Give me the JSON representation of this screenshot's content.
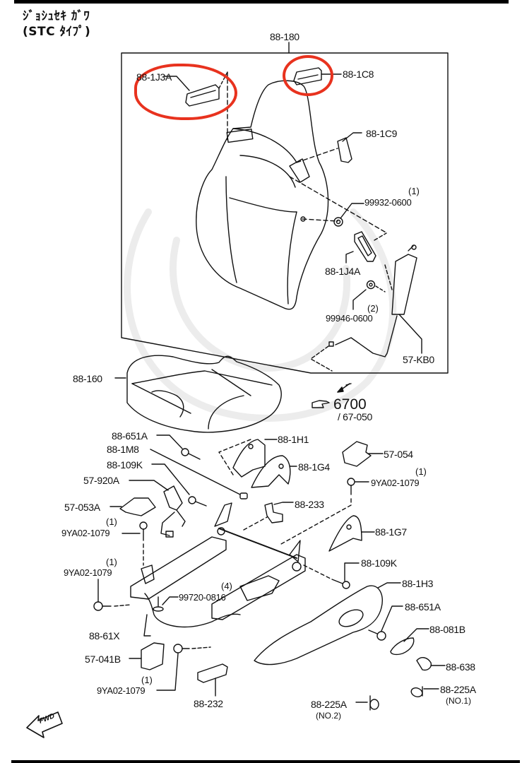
{
  "header": {
    "title_line1": "ｼﾞｮｼｭｾｷ ｶﾞﾜ",
    "title_line2": "(STC ﾀｲﾌﾟ)"
  },
  "highlight_color": "#e8321e",
  "parts": {
    "p88_180": "88-180",
    "p88_1J3A": "88-1J3A",
    "p88_1C8": "88-1C8",
    "p88_1C9": "88-1C9",
    "p99932_0600": "99932-0600",
    "p99932_0600_qty": "(1)",
    "p88_1J4A": "88-1J4A",
    "p99946_0600": "99946-0600",
    "p99946_0600_qty": "(2)",
    "p57_KB0": "57-KB0",
    "p88_160": "88-160",
    "ref_6700": "6700",
    "ref_67_050": "/ 67-050",
    "p88_651A_top": "88-651A",
    "p88_1M8": "88-1M8",
    "p88_109K_left": "88-109K",
    "p57_920A": "57-920A",
    "p57_053A": "57-053A",
    "p9YA02_1079_a": "9YA02-1079",
    "p9YA02_1079_a_qty": "(1)",
    "p9YA02_1079_b": "9YA02-1079",
    "p9YA02_1079_b_qty": "(1)",
    "p88_1H1": "88-1H1",
    "p88_1G4": "88-1G4",
    "p57_054": "57-054",
    "p9YA02_1079_c": "9YA02-1079",
    "p9YA02_1079_c_qty": "(1)",
    "p88_233": "88-233",
    "p88_1G7": "88-1G7",
    "p88_109K_right": "88-109K",
    "p88_1H3": "88-1H3",
    "p99720_0816": "99720-0816",
    "p99720_0816_qty": "(4)",
    "p88_61X": "88-61X",
    "p88_651A_bottom": "88-651A",
    "p88_081B": "88-081B",
    "p57_041B": "57-041B",
    "p88_638": "88-638",
    "p9YA02_1079_d": "9YA02-1079",
    "p9YA02_1079_d_qty": "(1)",
    "p88_232": "88-232",
    "p88_225A_no1": "88-225A",
    "p88_225A_no1_note": "(NO.1)",
    "p88_225A_no2": "88-225A",
    "p88_225A_no2_note": "(NO.2)"
  },
  "fwd_label": "FWD"
}
